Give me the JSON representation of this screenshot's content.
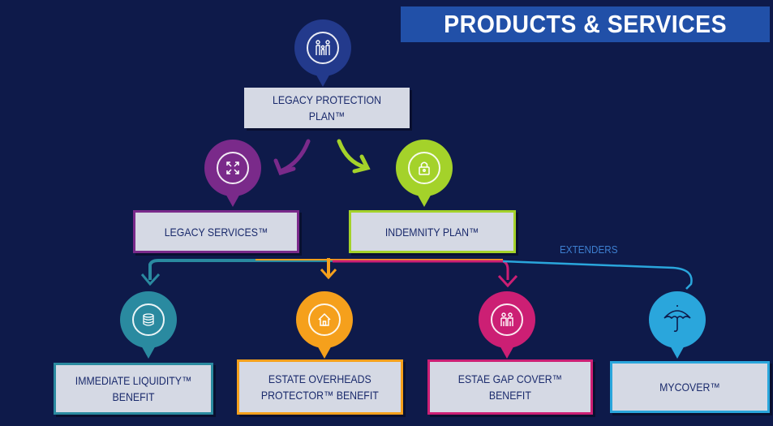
{
  "header": {
    "title": "PRODUCTS & SERVICES"
  },
  "colors": {
    "background": "#0e1a4a",
    "title_bar": "#2150a8",
    "legacy_protection": "#233a8c",
    "legacy_services": "#7a2a8a",
    "indemnity": "#a4d22a",
    "immediate_liquidity": "#2a8aa0",
    "estate_overheads": "#f5a01c",
    "gap_cover": "#cc1f74",
    "mycover": "#2aa6dc"
  },
  "nodes": {
    "legacy_protection": {
      "label": "LEGACY PROTECTION PLAN™",
      "icon": "family-icon"
    },
    "legacy_services": {
      "label": "LEGACY SERVICES™",
      "icon": "expand-arrows-icon"
    },
    "indemnity_plan": {
      "label": "INDEMNITY PLAN™",
      "icon": "lock-icon"
    },
    "immediate_liquidity": {
      "label": "IMMEDIATE LIQUIDITY™\nBENEFIT",
      "icon": "coins-icon"
    },
    "estate_overheads": {
      "label": "ESTATE OVERHEADS\nPROTECTOR™ BENEFIT",
      "icon": "house-icon"
    },
    "gap_cover": {
      "label": "ESTAE GAP COVER™\nBENEFIT",
      "icon": "couple-icon"
    },
    "mycover": {
      "label": "MYCOVER™",
      "icon": "umbrella-icon"
    }
  },
  "extenders_label": "EXTENDERS"
}
